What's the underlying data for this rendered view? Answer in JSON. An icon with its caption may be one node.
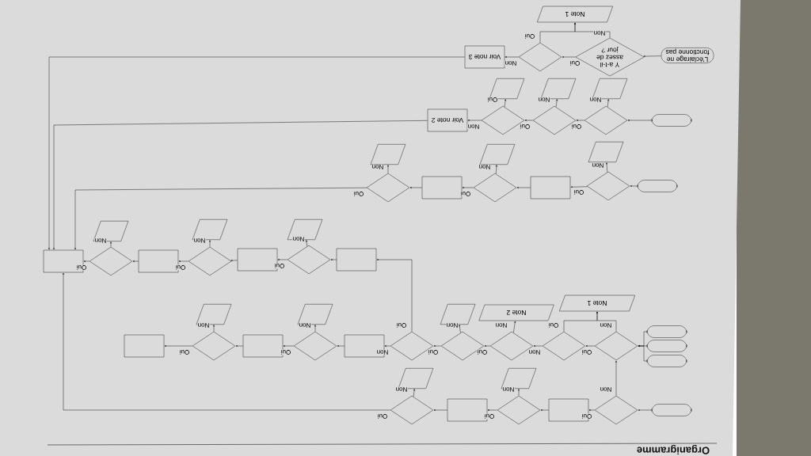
{
  "diagram": {
    "title": "Organigramme",
    "nodes": [
      {
        "text": [
          "L'éclairage ne fonctionne pas"
        ]
      },
      {
        "text": [
          "Y a-t-il assez de jour ?"
        ]
      },
      {
        "text": [],
        "shape": "diamond"
      },
      {
        "text": [
          "Voir note 3"
        ]
      },
      {
        "text": [
          "Note 1"
        ]
      },
      {
        "text": [],
        "shape": "terminal"
      },
      {
        "text": [],
        "shape": "diamond"
      },
      {
        "text": [],
        "shape": "parallelogram"
      },
      {
        "text": [],
        "shape": "diamond"
      },
      {
        "text": [],
        "shape": "parallelogram"
      },
      {
        "text": [],
        "shape": "diamond"
      },
      {
        "text": [],
        "shape": "parallelogram"
      },
      {
        "text": [
          "Voir note 2"
        ]
      },
      {
        "text": [],
        "shape": "terminal"
      },
      {
        "text": [],
        "shape": "diamond"
      },
      {
        "text": [],
        "shape": "parallelogram"
      },
      {
        "text": [],
        "shape": "box"
      },
      {
        "text": [],
        "shape": "diamond"
      },
      {
        "text": [],
        "shape": "parallelogram"
      },
      {
        "text": [],
        "shape": "box"
      },
      {
        "text": [],
        "shape": "diamond"
      },
      {
        "text": [],
        "shape": "parallelogram"
      },
      {
        "text": [],
        "shape": "box"
      },
      {
        "text": [],
        "shape": "diamond"
      },
      {
        "text": [],
        "shape": "parallelogram"
      },
      {
        "text": [],
        "shape": "box"
      },
      {
        "text": [],
        "shape": "diamond"
      },
      {
        "text": [],
        "shape": "parallelogram"
      },
      {
        "text": [],
        "shape": "box"
      },
      {
        "text": [],
        "shape": "diamond"
      },
      {
        "text": [],
        "shape": "parallelogram"
      },
      {
        "text": [],
        "shape": "box"
      },
      {
        "text": [],
        "shape": "terminal"
      },
      {
        "text": [],
        "shape": "terminal"
      },
      {
        "text": [],
        "shape": "terminal"
      },
      {
        "text": [],
        "shape": "diamond"
      },
      {
        "text": [
          "Note 1"
        ]
      },
      {
        "text": [],
        "shape": "diamond"
      },
      {
        "text": [],
        "shape": "diamond"
      },
      {
        "text": [
          "Note 2"
        ]
      },
      {
        "text": [],
        "shape": "diamond"
      },
      {
        "text": [],
        "shape": "parallelogram"
      },
      {
        "text": [],
        "shape": "diamond"
      },
      {
        "text": [],
        "shape": "box"
      },
      {
        "text": [],
        "shape": "diamond"
      },
      {
        "text": [],
        "shape": "parallelogram"
      },
      {
        "text": [],
        "shape": "box"
      },
      {
        "text": [],
        "shape": "diamond"
      },
      {
        "text": [],
        "shape": "parallelogram"
      },
      {
        "text": [],
        "shape": "box"
      },
      {
        "text": [],
        "shape": "terminal"
      },
      {
        "text": [],
        "shape": "diamond"
      },
      {
        "text": [],
        "shape": "box"
      },
      {
        "text": [],
        "shape": "diamond"
      },
      {
        "text": [],
        "shape": "parallelogram"
      },
      {
        "text": [],
        "shape": "box"
      },
      {
        "text": [],
        "shape": "diamond"
      },
      {
        "text": [],
        "shape": "parallelogram"
      }
    ],
    "edges": [
      {
        "from": 0,
        "to": 1,
        "arrow": "to"
      },
      {
        "from": 1,
        "to": 2,
        "arrow": "to",
        "label": "Oui"
      },
      {
        "from": 1,
        "to": 4,
        "arrow": "to",
        "label": "Non"
      },
      {
        "from": 2,
        "to": 4,
        "arrow": "to",
        "label": "Oui"
      },
      {
        "from": 2,
        "to": 3,
        "arrow": "to",
        "label": "Non"
      },
      {
        "from": 3,
        "to": 31,
        "arrow": "to"
      },
      {
        "from": 5,
        "to": 6,
        "arrow": "to"
      },
      {
        "from": 6,
        "to": 8,
        "arrow": "to",
        "label": "Oui"
      },
      {
        "from": 6,
        "to": 7,
        "arrow": "to",
        "label": "Non"
      },
      {
        "from": 8,
        "to": 10,
        "arrow": "to",
        "label": "Oui"
      },
      {
        "from": 8,
        "to": 9,
        "arrow": "to",
        "label": "Non"
      },
      {
        "from": 10,
        "to": 12,
        "arrow": "to",
        "label": "Non"
      },
      {
        "from": 10,
        "to": 11,
        "arrow": "to",
        "label": "Oui"
      },
      {
        "from": 12,
        "to": 31,
        "arrow": "to"
      },
      {
        "from": 13,
        "to": 14,
        "arrow": "to"
      },
      {
        "from": 14,
        "to": 16,
        "arrow": "to",
        "label": "Oui"
      },
      {
        "from": 14,
        "to": 15,
        "arrow": "to",
        "label": "Non"
      },
      {
        "from": 16,
        "to": 17,
        "arrow": "to"
      },
      {
        "from": 17,
        "to": 19,
        "arrow": "to",
        "label": "Oui"
      },
      {
        "from": 17,
        "to": 18,
        "arrow": "to",
        "label": "Non"
      },
      {
        "from": 19,
        "to": 20,
        "arrow": "to"
      },
      {
        "from": 20,
        "to": 21,
        "arrow": "to",
        "label": "Non"
      },
      {
        "from": 20,
        "to": 31,
        "arrow": "to",
        "label": "Oui"
      },
      {
        "from": 22,
        "to": 23,
        "arrow": "to"
      },
      {
        "from": 23,
        "to": 25,
        "arrow": "to",
        "label": "Oui"
      },
      {
        "from": 23,
        "to": 24,
        "arrow": "to",
        "label": "Non"
      },
      {
        "from": 25,
        "to": 26,
        "arrow": "to"
      },
      {
        "from": 26,
        "to": 28,
        "arrow": "to",
        "label": "Oui"
      },
      {
        "from": 26,
        "to": 27,
        "arrow": "to",
        "label": "Non"
      },
      {
        "from": 28,
        "to": 29,
        "arrow": "to"
      },
      {
        "from": 29,
        "to": 31,
        "arrow": "to",
        "label": "Oui"
      },
      {
        "from": 29,
        "to": 30,
        "arrow": "to",
        "label": "Non"
      },
      {
        "from": 32,
        "to": 35,
        "arrow": "to"
      },
      {
        "from": 33,
        "to": 35,
        "arrow": "to"
      },
      {
        "from": 34,
        "to": 35,
        "arrow": "to"
      },
      {
        "from": 35,
        "to": 37,
        "arrow": "to",
        "label": "Oui"
      },
      {
        "from": 35,
        "to": 36,
        "arrow": "to",
        "label": "Non"
      },
      {
        "from": 37,
        "to": 38,
        "arrow": "to",
        "label": "Non"
      },
      {
        "from": 37,
        "to": 36,
        "arrow": "to",
        "label": "Oui"
      },
      {
        "from": 38,
        "to": 40,
        "arrow": "to",
        "label": "Oui"
      },
      {
        "from": 38,
        "to": 39,
        "arrow": "to",
        "label": "Non"
      },
      {
        "from": 40,
        "to": 42,
        "arrow": "to",
        "label": "Oui"
      },
      {
        "from": 40,
        "to": 41,
        "arrow": "to",
        "label": "Non"
      },
      {
        "from": 42,
        "to": 22,
        "arrow": "to",
        "label": "Oui"
      },
      {
        "from": 42,
        "to": 43,
        "arrow": "to",
        "label": "Non"
      },
      {
        "from": 43,
        "to": 44,
        "arrow": "to"
      },
      {
        "from": 44,
        "to": 46,
        "arrow": "to",
        "label": "Oui"
      },
      {
        "from": 44,
        "to": 45,
        "arrow": "to",
        "label": "Non"
      },
      {
        "from": 46,
        "to": 47,
        "arrow": "to"
      },
      {
        "from": 47,
        "to": 49,
        "arrow": "to",
        "label": "Oui"
      },
      {
        "from": 47,
        "to": 48,
        "arrow": "to",
        "label": "Non"
      },
      {
        "from": 50,
        "to": 51,
        "arrow": "to"
      },
      {
        "from": 51,
        "to": 52,
        "arrow": "to",
        "label": "Oui"
      },
      {
        "from": 51,
        "to": 35,
        "arrow": "to",
        "label": "Non"
      },
      {
        "from": 52,
        "to": 53,
        "arrow": "to"
      },
      {
        "from": 53,
        "to": 55,
        "arrow": "to",
        "label": "Oui"
      },
      {
        "from": 53,
        "to": 54,
        "arrow": "to",
        "label": "Non"
      },
      {
        "from": 55,
        "to": 56,
        "arrow": "to"
      },
      {
        "from": 56,
        "to": 31,
        "arrow": "to",
        "label": "Oui"
      },
      {
        "from": 56,
        "to": 57,
        "arrow": "to",
        "label": "Non"
      }
    ]
  }
}
